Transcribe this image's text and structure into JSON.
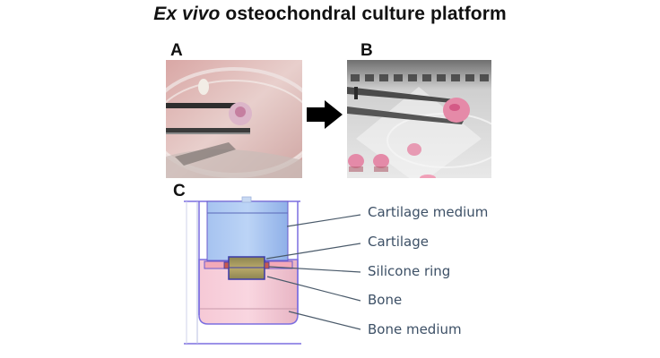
{
  "figure": {
    "title_italic": "Ex vivo",
    "title_rest": " osteochondral culture platform",
    "panels": [
      {
        "label": "A",
        "description": "photo of tissue explant held by forceps in culture dish"
      },
      {
        "label": "B",
        "description": "photo of osteochondral plugs placed in culture platform"
      },
      {
        "label": "C",
        "description": "schematic cross-section of culture well"
      }
    ],
    "arrow": "right-arrow",
    "callouts": [
      {
        "text": "Cartilage medium"
      },
      {
        "text": "Cartilage"
      },
      {
        "text": "Silicone ring"
      },
      {
        "text": "Bone"
      },
      {
        "text": "Bone medium"
      }
    ],
    "colors": {
      "cartilage_medium": "#a9c4ef",
      "bone_medium": "#f4c6d2",
      "tissue": "#a89a5a",
      "outline": "#6a5acd",
      "leader_line": "#4a5a6a",
      "label_text": "#3d5066"
    }
  }
}
